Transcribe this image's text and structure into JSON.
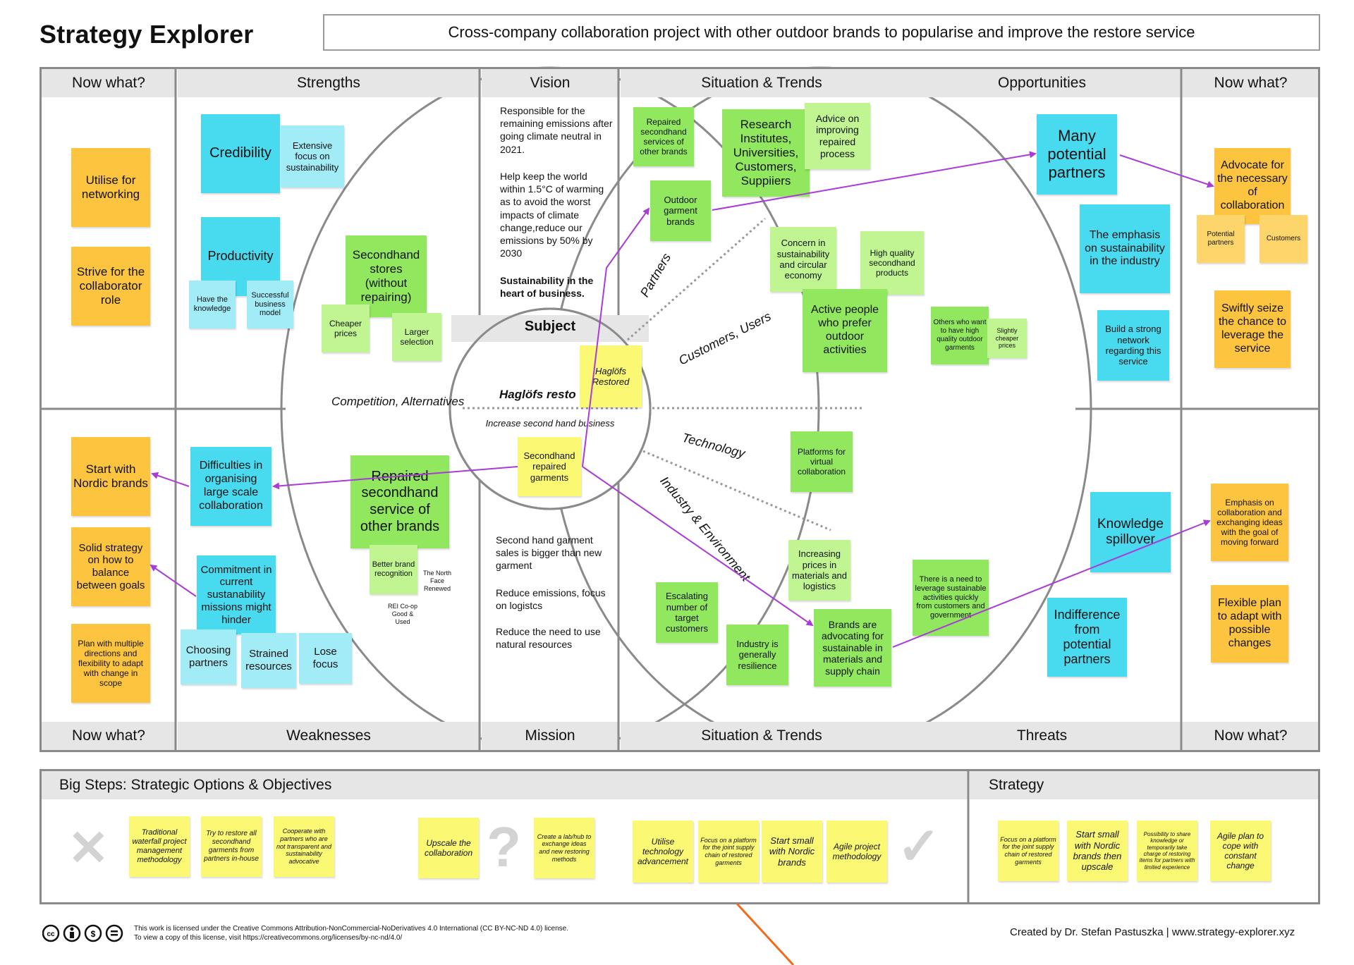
{
  "title": "Strategy Explorer",
  "project": "Cross-company collaboration project with other outdoor brands to popularise and improve the restore service",
  "headers_top": {
    "now_what_left": "Now what?",
    "strengths": "Strengths",
    "vision": "Vision",
    "situation": "Situation & Trends",
    "opportunities": "Opportunities",
    "now_what_right": "Now what?"
  },
  "headers_bottom": {
    "now_what_left": "Now what?",
    "weaknesses": "Weaknesses",
    "mission": "Mission",
    "situation": "Situation & Trends",
    "threats": "Threats",
    "now_what_right": "Now what?"
  },
  "vision_text": {
    "p1": "Responsible for the remaining emissions after going climate neutral in 2021.",
    "p2": "Help keep the world within 1.5°C of warming as to avoid the worst impacts of climate change,reduce our emissions by 50% by 2030",
    "p3": "Sustainability in the heart of business."
  },
  "mission_text": {
    "p1": "Second hand garment sales is bigger than new garment",
    "p2": "Reduce emissions, focus on logistcs",
    "p3": "Reduce the need to use natural resources"
  },
  "center": {
    "subject_label": "Subject",
    "subject_name": "Haglöfs resto",
    "subject_sub": "Increase second hand business",
    "note_restored": "Haglöfs Restored",
    "note_secondhand": "Secondhand repaired garments"
  },
  "ring_labels": {
    "competition": "Competition, Alternatives",
    "partners": "Partners",
    "customers": "Customers, Users",
    "technology": "Technology",
    "industry": "Industry & Environment"
  },
  "notes": {
    "utilise": "Utilise for networking",
    "strive": "Strive for the collaborator role",
    "credibility": "Credibility",
    "extensive": "Extensive focus on sustainability",
    "productivity": "Productivity",
    "have_knowledge": "Have the knowledge",
    "successful": "Successful business model",
    "secondhand_stores": "Secondhand stores (without repairing)",
    "cheaper": "Cheaper prices",
    "larger": "Larger selection",
    "start_nordic": "Start with Nordic brands",
    "solid": "Solid strategy on how to balance between goals",
    "plan_multiple": "Plan with multiple directions and flexibility to adapt with change in scope",
    "difficulties": "Difficulties in organising large scale collaboration",
    "commitment": "Commitment in current sustanability missions might hinder",
    "choosing": "Choosing partners",
    "strained": "Strained resources",
    "lose_focus": "Lose focus",
    "repaired_other": "Repaired secondhand service of other brands",
    "better_brand": "Better brand recognition",
    "north_face": "The North Face Renewed",
    "rei": "REI Co-op Good & Used",
    "repaired_services": "Repaired secondhand services of other brands",
    "research": "Research Institutes, Universities, Customers, Suppiiers",
    "advice": "Advice on improving repaired process",
    "outdoor_brands": "Outdoor garment brands",
    "concern": "Concern in sustainability and circular economy",
    "high_quality": "High quality secondhand products",
    "active_people": "Active people who prefer outdoor activities",
    "others_want": "Others who want to have high quality outdoor garments",
    "slightly": "Slightly cheaper prices",
    "platforms": "Platforms for virtual collaboration",
    "increasing": "Increasing prices in materials and logistics",
    "escalating": "Escalating number of target customers",
    "resilience": "Industry is generally resilience",
    "brands_advocating": "Brands are advocating for sustainable in materials and supply chain",
    "need_leverage": "There is a need to leverage sustainable activities quickly from customers and government",
    "many_partners": "Many potential partners",
    "emphasis_sust": "The emphasis on sustainability in the industry",
    "build_network": "Build a strong network regarding this service",
    "knowledge_spill": "Knowledge spillover",
    "indifference": "Indifference from potential partners",
    "advocate": "Advocate for the necessary of collaboration",
    "potential_partners_small": "Potential partners",
    "customers_small": "Customers",
    "swiftly": "Swiftly seize the chance to leverage the service",
    "emphasis_collab": "Emphasis on collaboration and exchanging ideas with the goal of moving forward",
    "flexible": "Flexible plan to adapt with possible changes"
  },
  "bigsteps": {
    "title": "Big Steps: Strategic Options & Objectives",
    "strategy_title": "Strategy",
    "x_icon": "✕",
    "q_icon": "?",
    "check_icon": "✓",
    "s1": "Traditional waterfall project management methodology",
    "s2": "Try to restore all secondhand garments from partners in-house",
    "s3": "Cooperate with partners who are not transparent and sustainability advocative",
    "s4": "Upscale the collaboration",
    "s5": "Create a lab/hub to exchange ideas and new restoring methods",
    "s6": "Utilise technology advancement",
    "s7": "Focus on a platform for the joint supply chain of restored garments",
    "s8": "Start small with Nordic brands",
    "s9": "Agile project methodology",
    "t1": "Focus on a platform for the joint supply chain of restored garments",
    "t2": "Start small with Nordic brands then upscale",
    "t3": "Possibility to share knowledge or temporarily take charge of restoring items for partners with limited experience",
    "t4": "Agile plan to cope with constant change"
  },
  "footer": {
    "license_line1": "This work is licensed under the Creative Commons Attribution-NonCommercial-NoDerivatives 4.0 International (CC BY-NC-ND 4.0) license.",
    "license_line2": "To view a copy of this license, visit https://creativecommons.org/licenses/by-nc-nd/4.0/",
    "credit": "Created by Dr. Stefan Pastuszka  |  www.strategy-explorer.xyz"
  },
  "colors": {
    "orange": "#fdc43f",
    "blue": "#48dbef",
    "green": "#91e85e",
    "yellow": "#fbf873",
    "arrow": "#a93bd8"
  }
}
